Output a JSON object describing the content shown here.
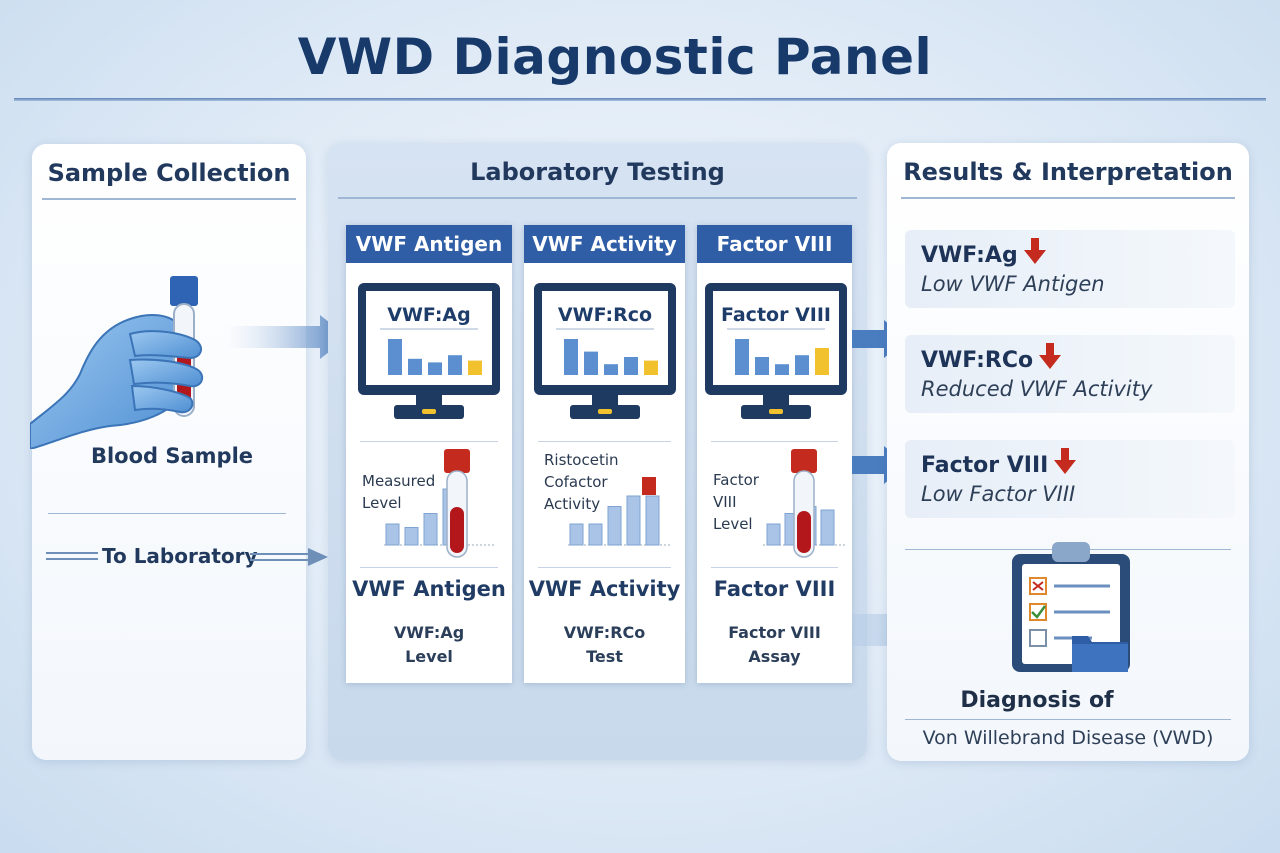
{
  "title": "VWD Diagnostic Panel",
  "sample": {
    "heading": "Sample Collection",
    "blood_label": "Blood Sample",
    "to_lab": "To Laboratory"
  },
  "lab": {
    "heading": "Laboratory Testing",
    "columns": [
      {
        "header": "VWF Antigen",
        "monitor": "VWF:Ag",
        "label_lines": [
          "Measured",
          "Level"
        ],
        "name": "VWF Antigen",
        "desc_lines": [
          "VWF:Ag",
          "Level"
        ]
      },
      {
        "header": "VWF Activity",
        "monitor": "VWF:Rco",
        "label_lines": [
          "Ristocetin",
          "Cofactor",
          "Activity"
        ],
        "name": "VWF Activity",
        "desc_lines": [
          "VWF:RCo",
          "Test"
        ]
      },
      {
        "header": "Factor VIII",
        "monitor": "Factor VIII",
        "label_lines": [
          "Factor",
          "VIII",
          "Level"
        ],
        "name": "Factor VIII",
        "desc_lines": [
          "Factor VIII",
          "Assay"
        ]
      }
    ]
  },
  "results": {
    "heading": "Results & Interpretation",
    "items": [
      {
        "title": "VWF:Ag",
        "desc": "Low VWF Antigen"
      },
      {
        "title": "VWF:RCo",
        "desc": "Reduced VWF Activity"
      },
      {
        "title": "Factor VIII",
        "desc": "Low Factor VIII"
      }
    ],
    "diagnosis_title": "Diagnosis of",
    "diagnosis_sub": "Von Willebrand Disease (VWD)"
  },
  "colors": {
    "navy": "#183a6b",
    "header_blue": "#2f5ea6",
    "bar_blue": "#5b8fd0",
    "bar_yellow": "#f2c22e",
    "blood_red": "#b3171c",
    "arrow_red": "#c42a1e"
  }
}
